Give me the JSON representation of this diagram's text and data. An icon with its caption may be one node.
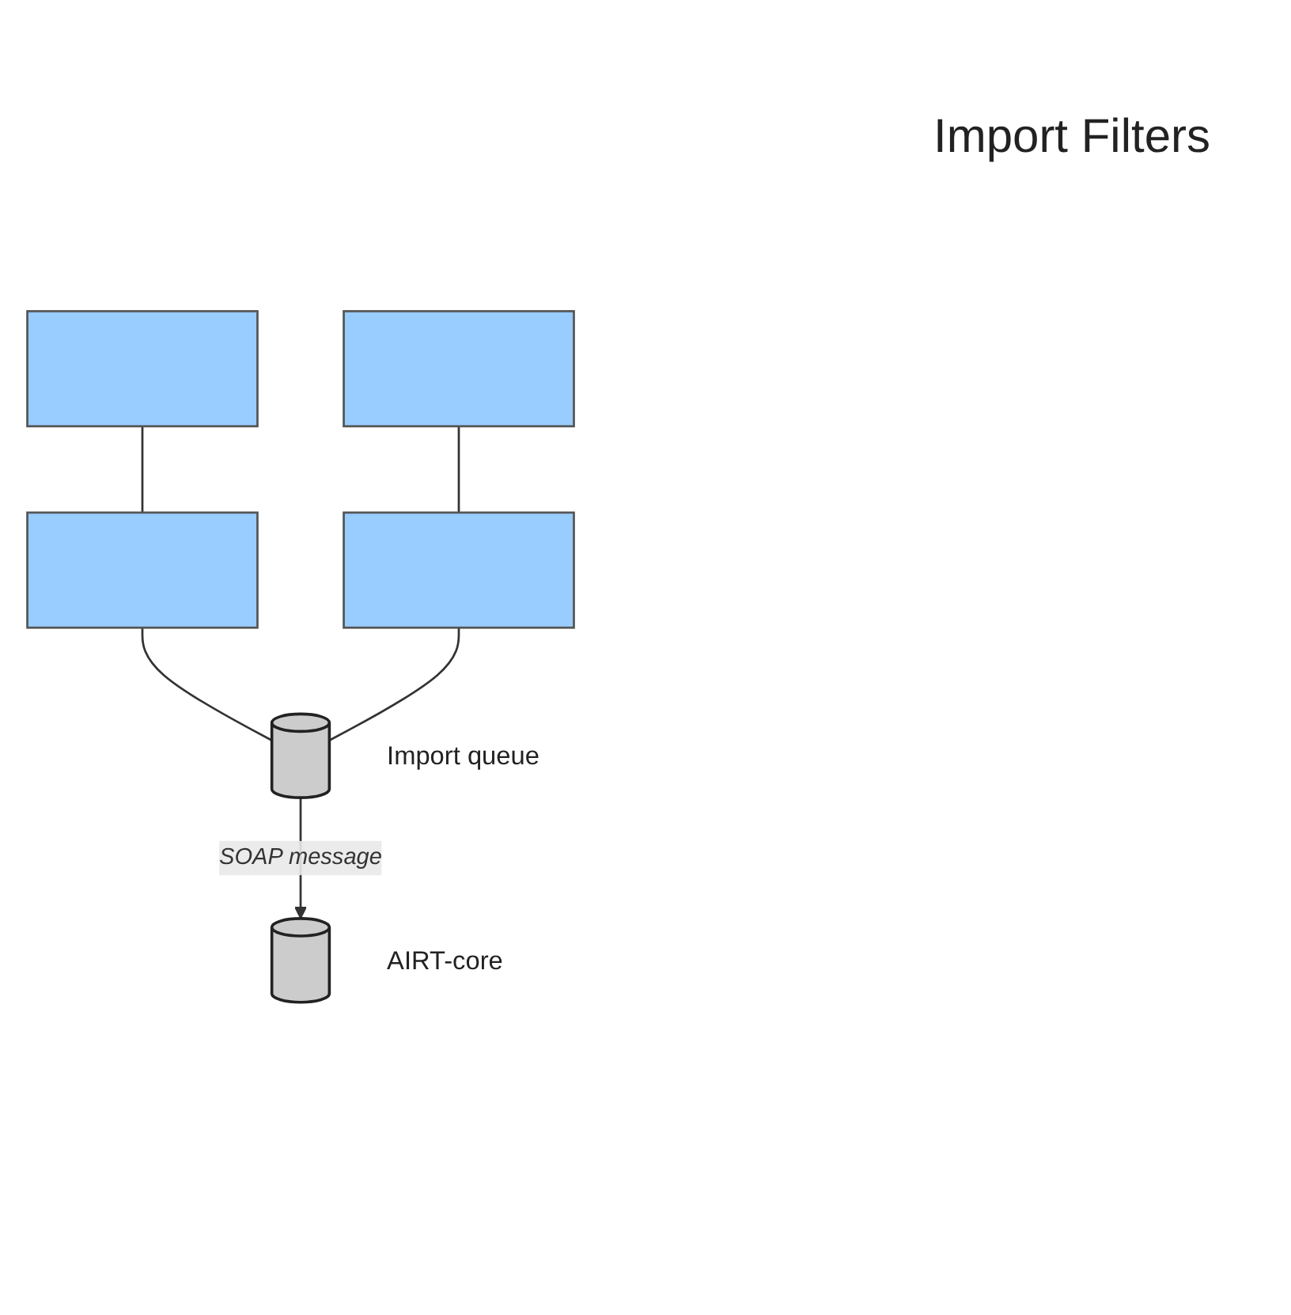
{
  "diagram": {
    "nodes": [
      {
        "text": [],
        "shape": "box"
      },
      {
        "text": [],
        "shape": "box"
      },
      {
        "text": [],
        "shape": "box"
      },
      {
        "text": [],
        "shape": "box"
      },
      {
        "text": [],
        "shape": "cylinder",
        "beside": [
          "Import queue"
        ]
      },
      {
        "text": [],
        "shape": "cylinder",
        "beside": [
          "AIRT-core"
        ]
      }
    ],
    "edges": [
      {
        "from": 0,
        "to": 2,
        "arrow": "none"
      },
      {
        "from": 1,
        "to": 3,
        "arrow": "none"
      },
      {
        "from": 2,
        "to": 4,
        "arrow": "none"
      },
      {
        "from": 3,
        "to": 4,
        "arrow": "none"
      },
      {
        "from": 4,
        "to": 5,
        "arrow": "to",
        "label": "SOAP message"
      }
    ],
    "labels": [
      "Import Filters"
    ]
  }
}
